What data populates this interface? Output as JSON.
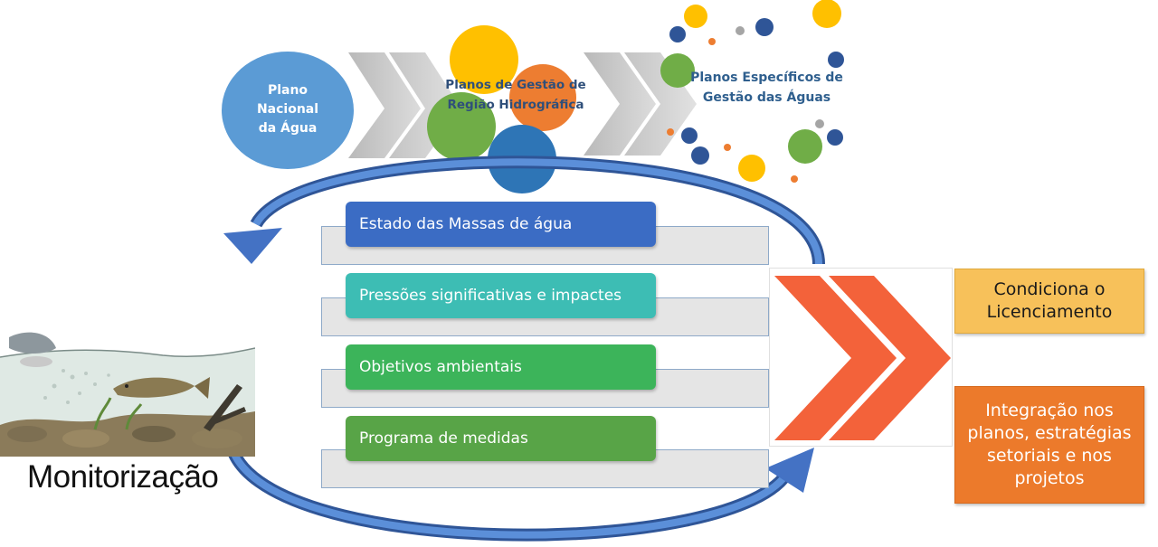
{
  "plans": {
    "national": [
      "Plano",
      "Nacional",
      "da Água"
    ],
    "regional": [
      "Planos de Gestão de",
      "Região Hidrográfica"
    ],
    "specific": [
      "Planos Específicos de",
      "Gestão das Águas"
    ]
  },
  "cycle_steps": [
    {
      "label": "Estado das Massas de água",
      "color": "#3b6cc4"
    },
    {
      "label": "Pressões significativas e impactes",
      "color": "#3dbdb4"
    },
    {
      "label": "Objetivos ambientais",
      "color": "#3cb45a"
    },
    {
      "label": "Programa de medidas",
      "color": "#58a447"
    }
  ],
  "monitoring": {
    "label": "Monitorização"
  },
  "outcomes": {
    "licensing": [
      "Condiciona o",
      "Licenciamento"
    ],
    "integration": [
      "Integração nos",
      "planos, estratégias",
      "setoriais e nos",
      "projetos"
    ]
  },
  "colors": {
    "arrow_blue": "#4472c4",
    "chevron_grey": "#c8c8c8",
    "chevron_orange": "#f3623a",
    "yellow": "#ffc000",
    "orange": "#ed7d31",
    "green": "#70ad47",
    "blue": "#2e75b6",
    "navy": "#2f5597",
    "light_blue": "#5b9bd5",
    "outcome_yellow": "#f7c15a",
    "outcome_orange": "#ec7a2b"
  }
}
